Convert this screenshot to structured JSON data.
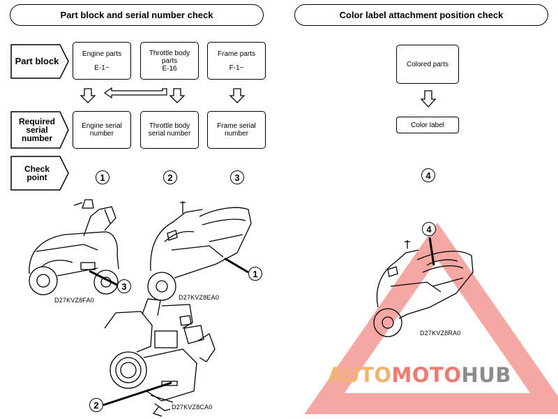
{
  "headers": {
    "left": "Part block and serial number check",
    "right": "Color label attachment position check"
  },
  "row_labels": {
    "part_block": "Part block",
    "required_serial": [
      "Required",
      "serial",
      "number"
    ],
    "check_point": [
      "Check",
      "point"
    ]
  },
  "part_blocks": [
    {
      "lines": [
        "Engine parts"
      ],
      "code": "E-1~"
    },
    {
      "lines": [
        "Throttle body",
        "parts"
      ],
      "code": "E-16"
    },
    {
      "lines": [
        "Frame parts"
      ],
      "code": "F-1~"
    }
  ],
  "serial_boxes": [
    {
      "lines": [
        "Engine serial",
        "number"
      ]
    },
    {
      "lines": [
        "Throttle body",
        "serial number"
      ]
    },
    {
      "lines": [
        "Frame serial",
        "number"
      ]
    }
  ],
  "check_points": [
    "1",
    "2",
    "3"
  ],
  "color_section": {
    "colored_parts": "Colored parts",
    "color_label": "Color label",
    "check_point": "4"
  },
  "illustrations": [
    {
      "code": "D27KVZ8FA0",
      "callout": "3"
    },
    {
      "code": "D27KVZ8EA0",
      "callout": "1"
    },
    {
      "code": "D27KVZ8CA0",
      "callout": "2"
    },
    {
      "code": "D27KVZ8RA0",
      "callout": "4"
    }
  ],
  "watermark": {
    "part1": "AUTO",
    "part2": "MOTO",
    "part3": "HUB"
  }
}
